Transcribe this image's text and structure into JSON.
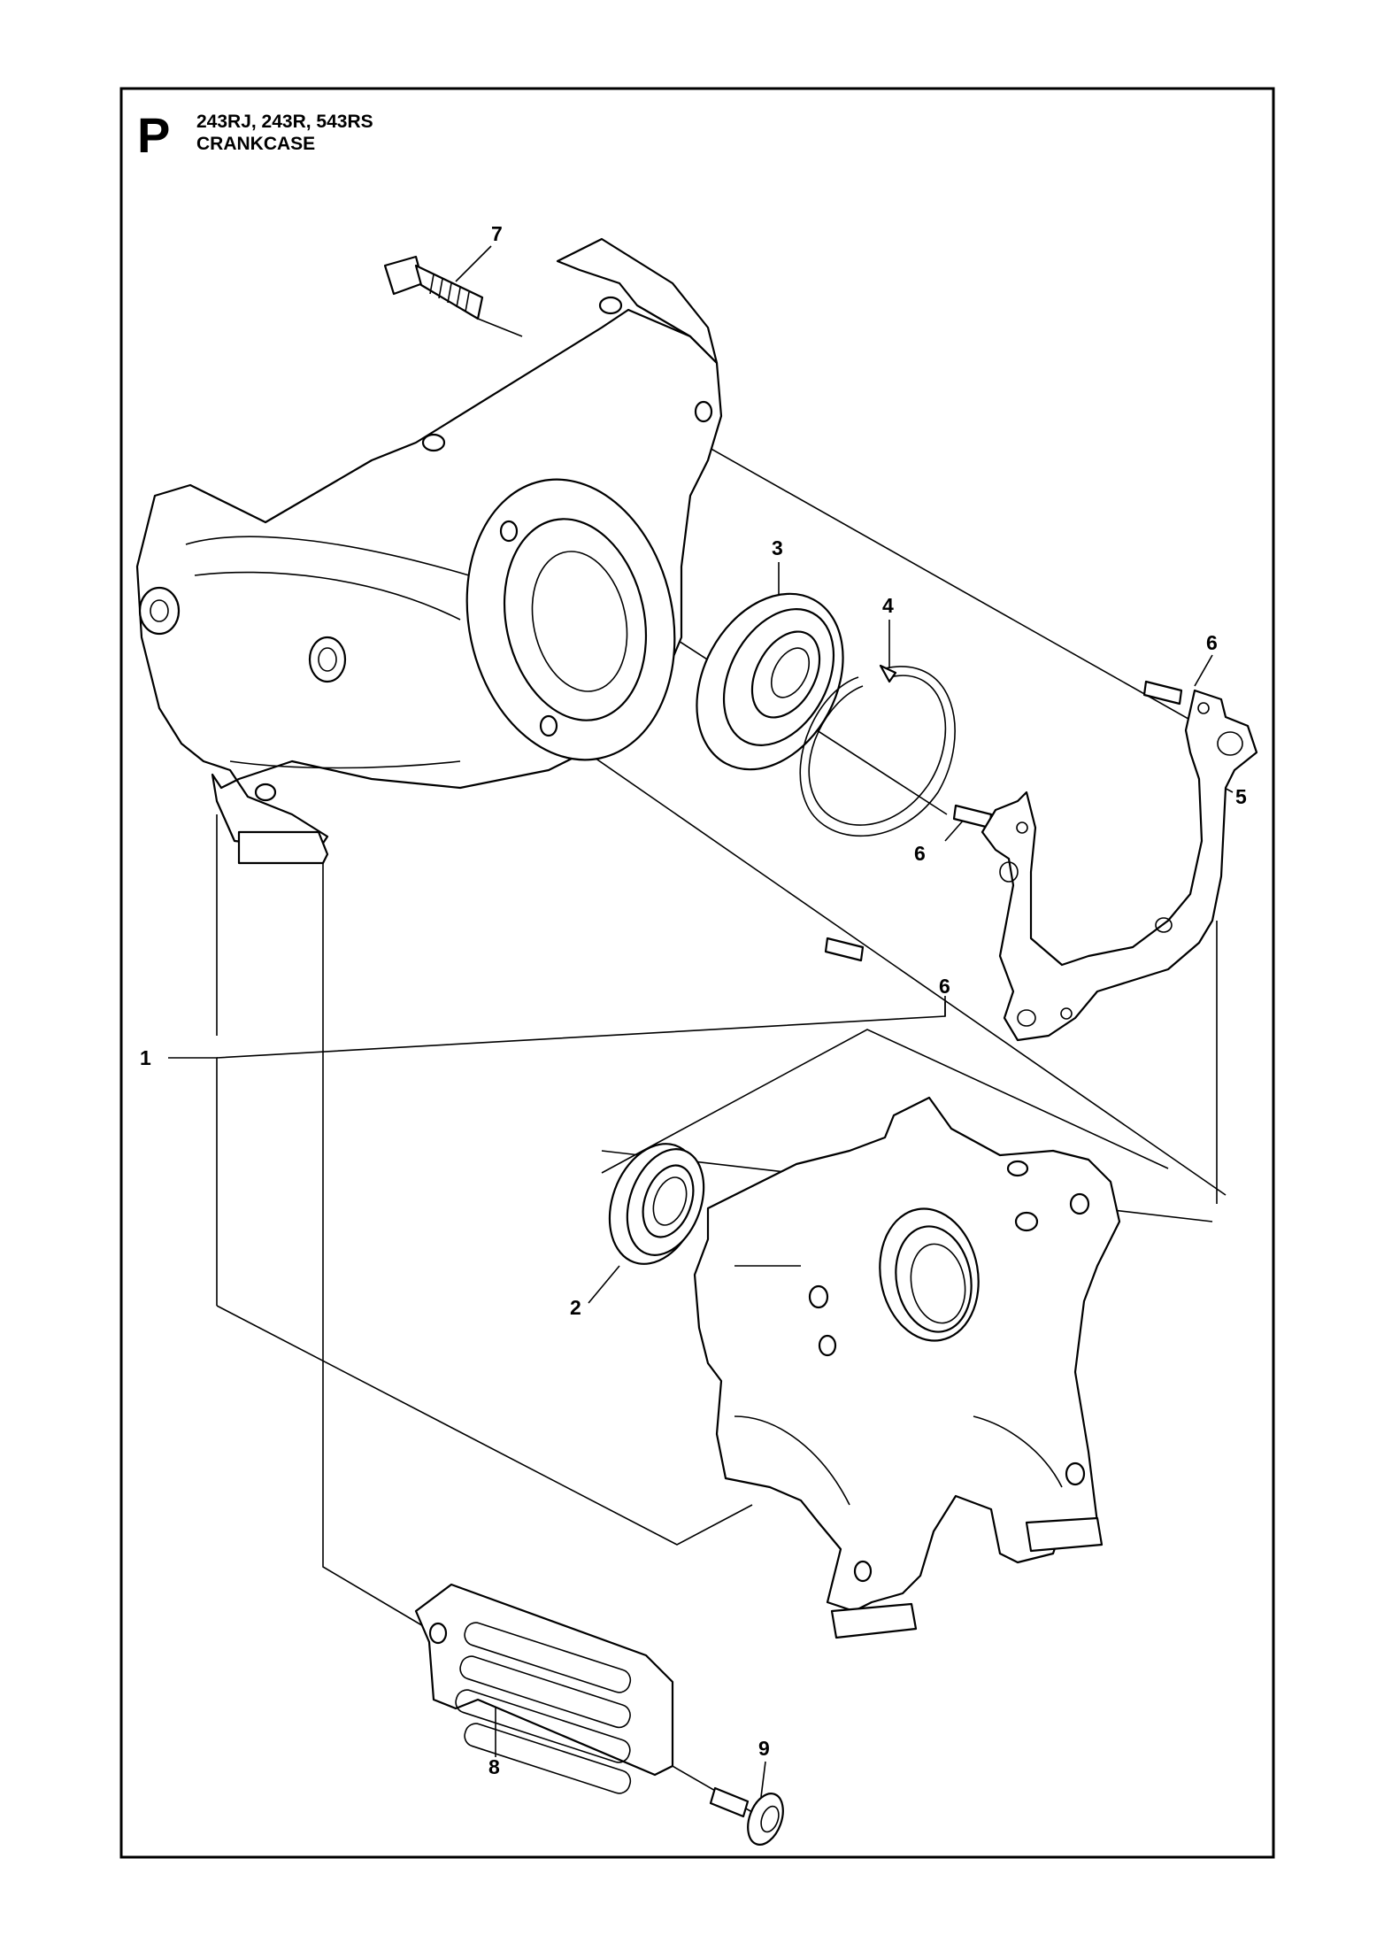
{
  "header": {
    "section_letter": "P",
    "models": "243RJ, 243R, 543RS",
    "title": "CRANKCASE"
  },
  "callouts": {
    "p1": "1",
    "p2": "2",
    "p3": "3",
    "p4": "4",
    "p5": "5",
    "p6a": "6",
    "p6b": "6",
    "p6c": "6",
    "p7": "7",
    "p8": "8",
    "p9": "9"
  }
}
